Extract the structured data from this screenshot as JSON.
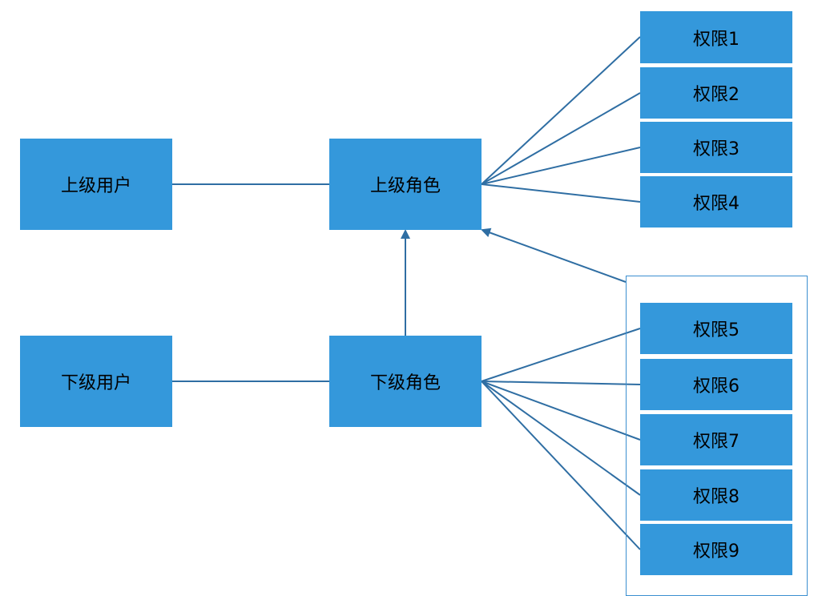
{
  "nodes": {
    "upper_user": "上级用户",
    "lower_user": "下级用户",
    "upper_role": "上级角色",
    "lower_role": "下级角色"
  },
  "permissions": {
    "upper": [
      "权限1",
      "权限2",
      "权限3",
      "权限4"
    ],
    "lower": [
      "权限5",
      "权限6",
      "权限7",
      "权限8",
      "权限9"
    ]
  },
  "colors": {
    "node_fill": "#3498db",
    "line": "#2f6ea3",
    "frame": "#3b8fd0"
  }
}
